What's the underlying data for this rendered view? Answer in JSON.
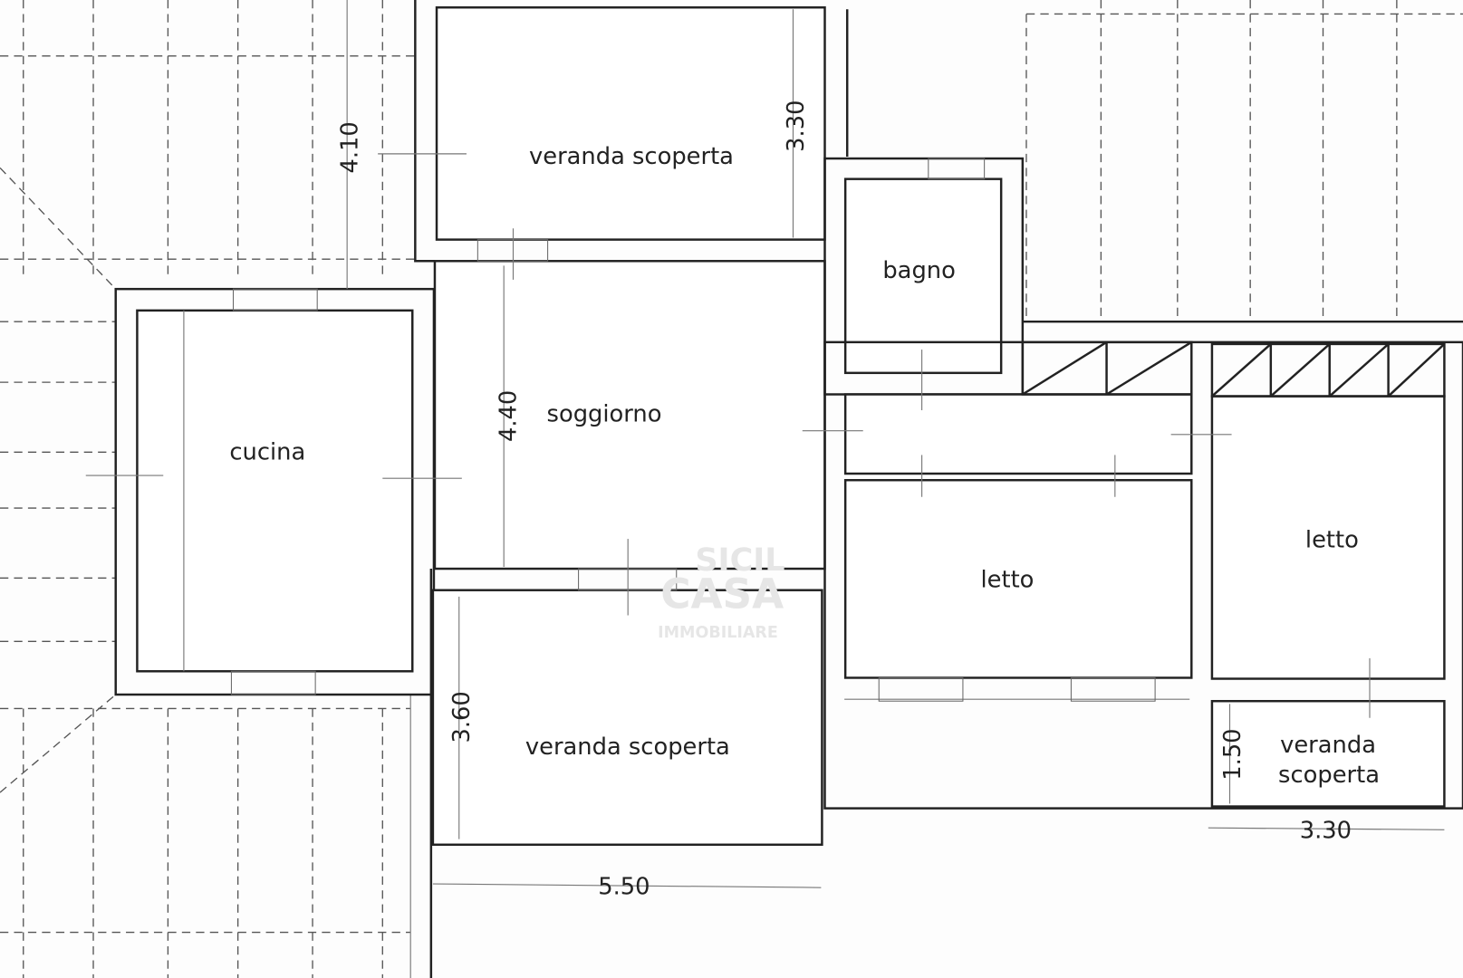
{
  "rooms": {
    "veranda_top": "veranda scoperta",
    "bagno": "bagno",
    "soggiorno": "soggiorno",
    "cucina": "cucina",
    "letto_center": "letto",
    "letto_right": "letto",
    "veranda_bottom": "veranda scoperta",
    "veranda_small_1": "veranda",
    "veranda_small_2": "scoperta"
  },
  "dimensions": {
    "d410": "4.10",
    "d330_top": "3.30",
    "d440": "4.40",
    "d360": "3.60",
    "d550": "5.50",
    "d150": "1.50",
    "d330_bottom": "3.30"
  },
  "watermark": {
    "line1": "SICIL",
    "line2": "CASA",
    "line3": "IMMOBILIARE"
  }
}
